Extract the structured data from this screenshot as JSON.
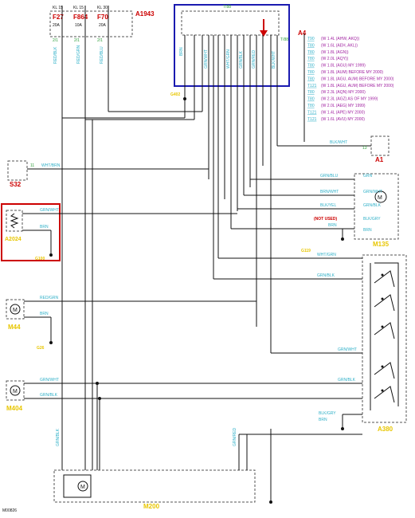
{
  "fuse_box": {
    "id": "A1943",
    "fuses": [
      {
        "top": "KL 15",
        "name": "F27",
        "rating": "20A",
        "bottom": "2/1"
      },
      {
        "top": "KL 15",
        "name": "F864",
        "rating": "10A",
        "bottom": "2/1"
      },
      {
        "top": "KL 30",
        "name": "F70",
        "rating": "20A",
        "bottom": "2/1"
      }
    ]
  },
  "ecu": {
    "id": "A4",
    "top_label": "T/88",
    "side_label": "T/88"
  },
  "variants": [
    {
      "code": "T90",
      "desc": "(W 1.4L (AHW, AKQ))"
    },
    {
      "code": "T80",
      "desc": "(W 1.6L (AEH, AKL))"
    },
    {
      "code": "T80",
      "desc": "(W 1.8L (AGN))"
    },
    {
      "code": "T80",
      "desc": "(W 2.0L (AQY))"
    },
    {
      "code": "T80",
      "desc": "(W 1.8L (AGU) MY 1999)"
    },
    {
      "code": "T80",
      "desc": "(W 1.8L (AUM) BEFORE MY 2000)"
    },
    {
      "code": "T80",
      "desc": "(W 1.8L (AGU, AUM) BEFORE MY 2000)"
    },
    {
      "code": "T121",
      "desc": "(W 1.8L (AGU, AUM) BEFORE MY 2000)"
    },
    {
      "code": "T80",
      "desc": "(W 2.3L (AQN) MY 2000)"
    },
    {
      "code": "T80",
      "desc": "(W 2.3L (AGZ) AS OF MY 1999)"
    },
    {
      "code": "T80",
      "desc": "(W 2.0L (AEG) MY 1999)"
    },
    {
      "code": "T121",
      "desc": "(W 1.4L (APE) MY 2000)"
    },
    {
      "code": "T121",
      "desc": "(W 1.6L (AVU) MY 2000)"
    }
  ],
  "components": {
    "a1": "A1",
    "s32": "S32",
    "a2024": "A2024",
    "m135": "M135",
    "m44": "M44",
    "m404": "M404",
    "a380": "A380",
    "m200": "M200"
  },
  "wires": {
    "s32": "WHT/BRN",
    "a1": "BLK/WHT",
    "m135_1": "GRN/BLU",
    "m135_2": "BRN/WHT",
    "m135_3": "BLK/YEL",
    "not_used": "(NOT USED)",
    "m135_5": "BRN",
    "a2024_a": "GRN/WHT",
    "a2024_b": "BRN",
    "m44_a": "RED/GRN",
    "m44_b": "BRN",
    "m404_a": "GRN/WHT",
    "m404_b": "GRN/BLK",
    "a380_1": "WHT/GRN",
    "a380_2": "GRN/BLK",
    "a380_3": "GRN/WHT",
    "a380_4": "GRN/BLK",
    "a380_5": "BLK/GRY",
    "a380_6": "BRN"
  },
  "footer_code": "M00826",
  "colors": {
    "red": "#cc0000",
    "yellow": "#e8c600",
    "cyan": "#2fb0c8",
    "green": "#2e9e3a",
    "magenta": "#a020a0",
    "blue": "#1a1ab0"
  }
}
